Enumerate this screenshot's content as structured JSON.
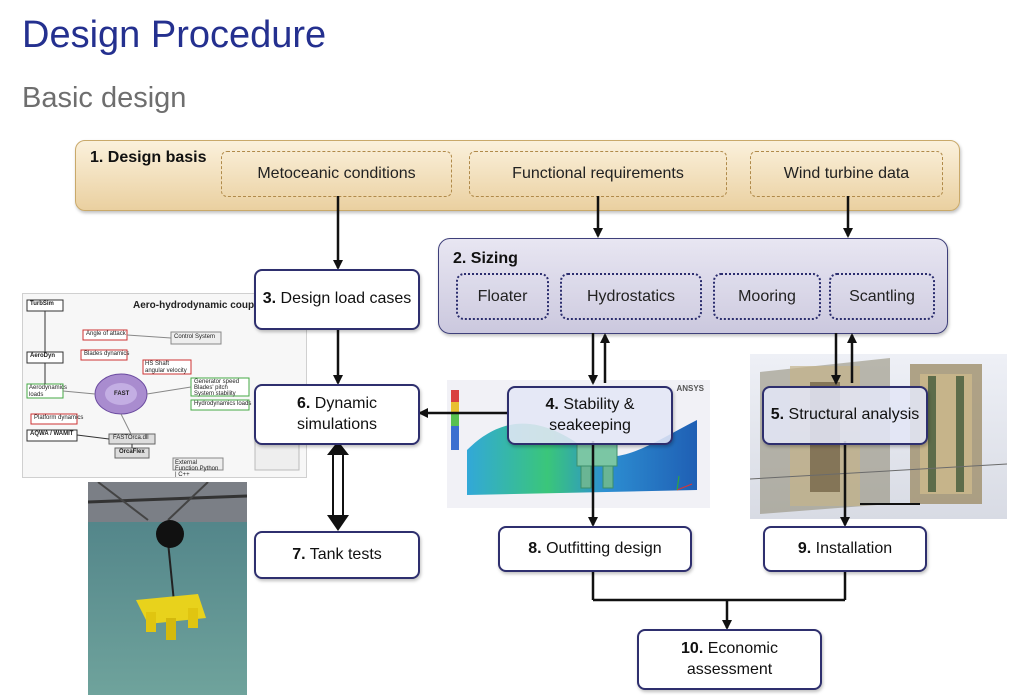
{
  "title": "Design Procedure",
  "subtitle": "Basic design",
  "design_basis": {
    "label": "1. Design basis",
    "items": [
      "Metoceanic conditions",
      "Functional requirements",
      "Wind turbine data"
    ]
  },
  "sizing": {
    "label": "2. Sizing",
    "items": [
      "Floater",
      "Hydrostatics",
      "Mooring",
      "Scantling"
    ]
  },
  "steps": [
    {
      "num": "3.",
      "text": "Design load cases"
    },
    {
      "num": "4.",
      "text": "Stability & seakeeping"
    },
    {
      "num": "5.",
      "text": "Structural analysis"
    },
    {
      "num": "6.",
      "text": "Dynamic simulations"
    },
    {
      "num": "7.",
      "text": "Tank tests"
    },
    {
      "num": "8.",
      "text": "Outfitting design"
    },
    {
      "num": "9.",
      "text": "Installation"
    },
    {
      "num": "10.",
      "text": "Economic assessment"
    }
  ],
  "images": {
    "aero": {
      "title": "Aero-hydrodynamic coupling tools",
      "nodes": [
        "TurbSim",
        "AeroDyn",
        "FAST",
        "AQWA / WAMIT",
        "OrcaFlex",
        "FASTOrca.dll",
        "Control System",
        "Angle of attack",
        "Blades dynamics",
        "HS Shaft angular velocity",
        "Generator speed Blades' pitch System stability",
        "Hydrodynamics loads",
        "Aerodynamics loads",
        "Platform dynamics",
        "External Function Python | C++"
      ]
    },
    "ansys_logo": "ANSYS"
  }
}
